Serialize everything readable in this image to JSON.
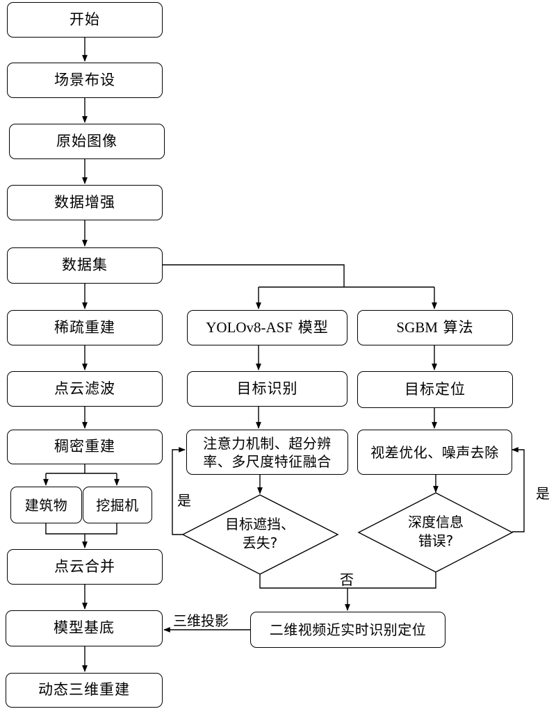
{
  "nodes": {
    "start": "开始",
    "scene_setup": "场景布设",
    "raw_images": "原始图像",
    "data_augmentation": "数据增强",
    "dataset": "数据集",
    "sparse_reconstruction": "稀疏重建",
    "point_cloud_filtering": "点云滤波",
    "dense_reconstruction": "稠密重建",
    "building": "建筑物",
    "excavator": "挖掘机",
    "point_cloud_merge": "点云合并",
    "model_base": "模型基底",
    "dynamic_3d_reconstruction": "动态三维重建",
    "yolo_model_latin": "YOLOv8-ASF",
    "yolo_model_cn": " 模型",
    "sgbm_latin": "SGBM",
    "sgbm_cn": " 算法",
    "target_recognition": "目标识别",
    "target_localization": "目标定位",
    "attention_line1": "注意力机制、超分辨",
    "attention_line2": "率、多尺度特征融合",
    "disparity_optimization": "视差优化、噪声去除",
    "realtime_2d_video": "二维视频近实时识别定位"
  },
  "decisions": {
    "occlusion_line1": "目标遮挡、",
    "occlusion_line2": "丢失?",
    "depth_error_line1": "深度信息",
    "depth_error_line2": "错误?"
  },
  "edge_labels": {
    "yes_left": "是",
    "yes_right": "是",
    "no": "否",
    "projection_3d": "三维投影"
  },
  "colors": {
    "stroke": "#000000",
    "background": "#ffffff"
  }
}
